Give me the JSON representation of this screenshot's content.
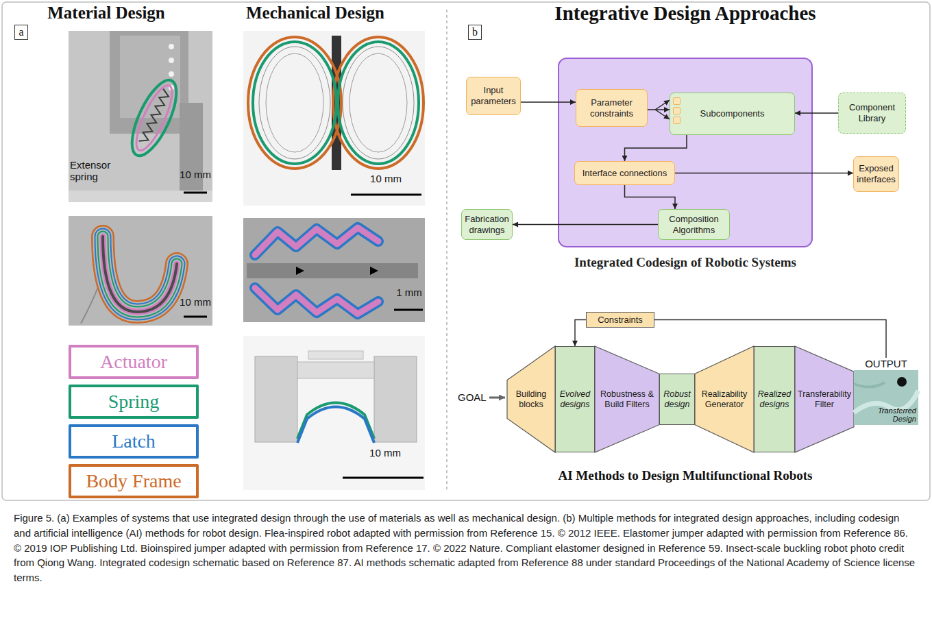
{
  "diagram": {
    "caption": "Figure 5. (a) Examples of systems that use integrated design through the use of materials as well as mechanical design. (b) Multiple methods for integrated design approaches, including codesign and artificial intelligence (AI) methods for robot design. Flea-inspired robot adapted with permission from Reference 15. © 2012 IEEE. Elastomer jumper adapted with permission from Reference 86. © 2019 IOP Publishing Ltd. Bioinspired jumper adapted with permission from Reference 17. © 2022 Nature. Compliant elastomer designed in Reference 59. Insect-scale buckling robot photo credit from Qiong Wang. Integrated codesign schematic based on Reference 87. AI methods schematic adapted from Reference 88 under standard Proceedings of the National Academy of Science license terms.",
    "nodes": [
      {
        "text": [
          "Input parameters"
        ]
      },
      {
        "text": [
          "Integrated Codesign of Robotic Systems"
        ]
      },
      {
        "text": [
          "Parameter constraints"
        ],
        "in": 1
      },
      {
        "text": [
          "Subcomponents"
        ],
        "in": 1
      },
      {
        "text": [
          "Component Library"
        ]
      },
      {
        "text": [
          "Interface connections"
        ],
        "in": 1
      },
      {
        "text": [
          "Exposed interfaces"
        ]
      },
      {
        "text": [
          "Composition Algorithms"
        ],
        "in": 1
      },
      {
        "text": [
          "Fabrication drawings"
        ]
      },
      {
        "text": [
          "Constraints"
        ]
      },
      {
        "text": [
          "Building blocks"
        ]
      },
      {
        "text": [
          "Evolved designs"
        ]
      },
      {
        "text": [
          "Robustness & Build Filters"
        ]
      },
      {
        "text": [
          "Robust design"
        ]
      },
      {
        "text": [
          "Realizability Generator"
        ]
      },
      {
        "text": [
          "Realized designs"
        ]
      },
      {
        "text": [
          "Transferability Filter"
        ]
      },
      {
        "text": [
          "OUTPUT",
          "Transferred Design"
        ]
      }
    ],
    "edges": [
      {
        "from": 0,
        "to": 2,
        "arrow": "to"
      },
      {
        "from": 2,
        "to": 3,
        "arrow": "to"
      },
      {
        "from": 4,
        "to": 3,
        "arrow": "to"
      },
      {
        "from": 3,
        "to": 5,
        "arrow": "to"
      },
      {
        "from": 5,
        "to": 6,
        "arrow": "to"
      },
      {
        "from": 5,
        "to": 7,
        "arrow": "to"
      },
      {
        "from": 7,
        "to": 8,
        "arrow": "to"
      },
      {
        "from": 17,
        "to": 9,
        "arrow": "none"
      },
      {
        "from": 9,
        "to": 11,
        "arrow": "to"
      }
    ],
    "labels": [
      "Material Design",
      "Mechanical Design",
      "Integrative Design Approaches",
      "a",
      "b",
      "Extensor spring",
      "10 mm",
      "10 mm",
      "10 mm",
      "1 mm",
      "10 mm",
      "GOAL",
      "AI Methods to Design Multifunctional Robots"
    ],
    "legend": [
      {
        "text": "Actuator",
        "color": "#d17fc0"
      },
      {
        "text": "Spring",
        "color": "#1a9a6f"
      },
      {
        "text": "Latch",
        "color": "#2a78c6"
      },
      {
        "text": "Body Frame",
        "color": "#cc6a28"
      }
    ]
  }
}
